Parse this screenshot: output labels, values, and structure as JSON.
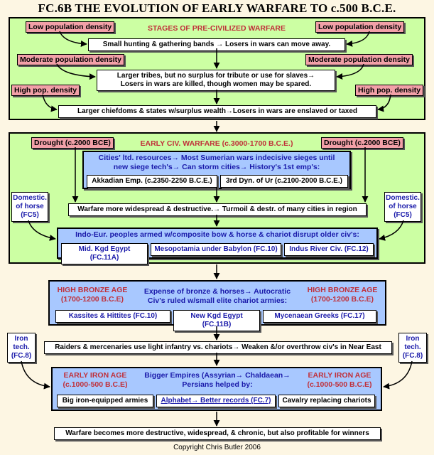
{
  "title": "FC.6B THE EVOLUTION OF EARLY WARFARE TO c.500 B.C.E.",
  "section1": {
    "heading": "STAGES OF PRE-CIVILIZED WARFARE",
    "low_left": "Low population density",
    "low_right": "Low population density",
    "box1": "Small hunting & gathering bands → Losers in wars can move away.",
    "mod_left": "Moderate population density",
    "mod_right": "Moderate population density",
    "box2_line1": "Larger tribes, but no surplus for tribute or use for slaves→",
    "box2_line2": "Losers in wars are killed, though women may be spared.",
    "high_left": "High pop. density",
    "high_right": "High pop. density",
    "box3": "Larger chiefdoms & states w/surplus wealth→Losers in wars are enslaved or taxed"
  },
  "section2": {
    "heading": "EARLY CIV. WARFARE (c.3000-1700 B.C.E.)",
    "drought_left": "Drought (c.2000 BCE)",
    "drought_right": "Drought (c.2000 BCE)",
    "cities_line1": "Cities' ltd. resources→ Most Sumerian wars indecisive sieges until",
    "cities_line2": "new siege tech's→ Can storm cities→ History's 1st emp's:",
    "akkad": "Akkadian Emp.  (c.2350-2250 B.C.E.)",
    "ur": "3rd Dyn. of Ur (c.2100-2000 B.C.E.)",
    "horse_left": [
      "Domestic.",
      "of horse",
      "(FC5)"
    ],
    "horse_right": [
      "Domestic.",
      "of horse",
      "(FC5)"
    ],
    "warfare": "Warfare more widespread & destructive.→ Turmoil & destr. of many cities in region",
    "indoeur": "Indo-Eur. peoples armed w/composite bow & horse & chariot disrupt older civ's:",
    "egypt": "Mid. Kgd Egypt (FC.11A)",
    "meso": "Mesopotamia under Babylon (FC.10)",
    "indus": "Indus River Civ. (FC.12)"
  },
  "section3": {
    "left_label": [
      "HIGH BRONZE AGE",
      "(1700-1200 B.C.E)"
    ],
    "right_label": [
      "HIGH BRONZE AGE",
      "(1700-1200 B.C.E)"
    ],
    "center_line1": "Expense of bronze & horses→ Autocratic",
    "center_line2": "Civ's ruled w/small elite chariot armies:",
    "kassites": "Kassites & Hittites (FC.10)",
    "newkgd": "New Kgd Egypt (FC.11B)",
    "mycenaean": "Mycenaean Greeks (FC.17)"
  },
  "section4": {
    "iron_left": [
      "Iron",
      "tech.",
      "(FC.8)"
    ],
    "iron_right": [
      "Iron",
      "tech.",
      "(FC.8)"
    ],
    "raiders": "Raiders & mercenaries use light infantry vs. chariots→ Weaken &/or overthrow civ's in Near East",
    "left_label": [
      "EARLY IRON AGE",
      "(c.1000-500 B.C.E)"
    ],
    "right_label": [
      "EARLY IRON AGE",
      "(c.1000-500 B.C.E)"
    ],
    "center_line1": "Bigger Empires (Assyrian→ Chaldaean→",
    "center_line2": "Persians helped by:",
    "armies": "Big iron-equipped armies",
    "alphabet": "Alphabet→ Better records (FC.7)",
    "cavalry": "Cavalry replacing chariots"
  },
  "final": "Warfare becomes more destructive, widespread, & chronic, but also profitable for winners",
  "copyright": "Copyright Chris Butler 2006"
}
